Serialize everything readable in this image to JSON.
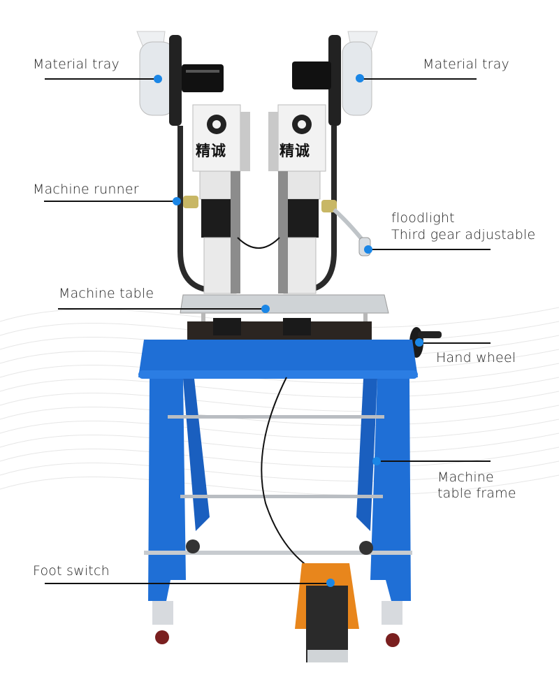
{
  "brand_text": "精诚",
  "colors": {
    "callout_dot": "#1a86e6",
    "callout_line": "#111111",
    "frame_blue": "#1f6fd6",
    "pedal_orange": "#e8861c",
    "label_text": "#222222"
  },
  "callouts": [
    {
      "id": "material-tray-left",
      "lines": [
        "Material tray"
      ]
    },
    {
      "id": "material-tray-right",
      "lines": [
        "Material tray"
      ]
    },
    {
      "id": "machine-runner",
      "lines": [
        "Machine runner"
      ]
    },
    {
      "id": "floodlight",
      "lines": [
        "floodlight",
        "Third gear adjustable"
      ]
    },
    {
      "id": "machine-table",
      "lines": [
        "Machine table"
      ]
    },
    {
      "id": "hand-wheel",
      "lines": [
        "Hand wheel"
      ]
    },
    {
      "id": "machine-table-frame",
      "lines": [
        "Machine",
        "table frame"
      ]
    },
    {
      "id": "foot-switch",
      "lines": [
        "Foot switch"
      ]
    }
  ]
}
